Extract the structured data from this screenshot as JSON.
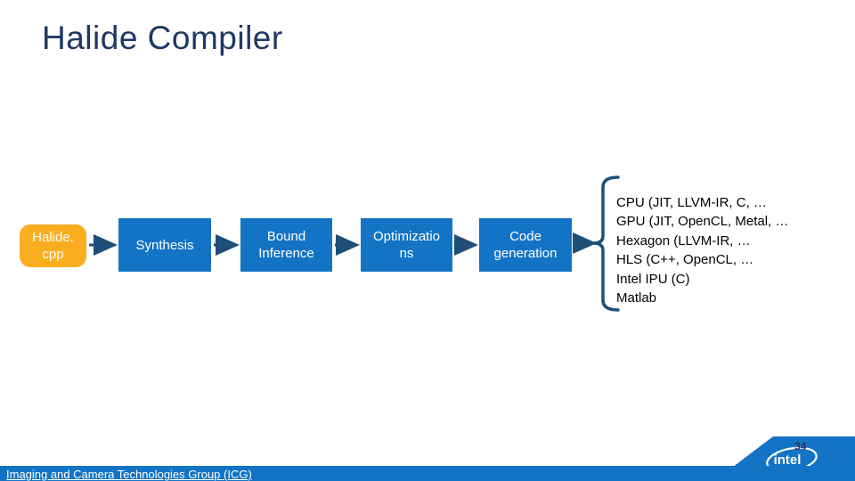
{
  "slide": {
    "title": "Halide Compiler",
    "page_number": "34"
  },
  "pipeline": {
    "nodes": [
      {
        "name": "halide-cpp",
        "lines": [
          "Halide.",
          "cpp"
        ]
      },
      {
        "name": "synthesis",
        "lines": [
          "Synthesis",
          ""
        ]
      },
      {
        "name": "bound-inference",
        "lines": [
          "Bound",
          "Inference"
        ]
      },
      {
        "name": "optimizations",
        "lines": [
          "Optimizatio",
          "ns"
        ]
      },
      {
        "name": "code-generation",
        "lines": [
          "Code",
          "generation"
        ]
      }
    ]
  },
  "targets": {
    "items": [
      "CPU (JIT, LLVM-IR, C, …",
      "GPU (JIT, OpenCL, Metal, …",
      "Hexagon (LLVM-IR, …",
      "HLS (C++, OpenCL, …",
      "Intel IPU (C)",
      "Matlab"
    ]
  },
  "footer": {
    "group_label": "Imaging and Camera Technologies Group (ICG)"
  },
  "logo": {
    "brand": "intel"
  },
  "colors": {
    "title_navy": "#1F3864",
    "box_blue": "#1374C5",
    "box_orange": "#F9AE1F",
    "connector_navy": "#1F4E79",
    "footer_blue": "#1374C5",
    "box_text_white": "#FFFFFF",
    "target_list_text": "#000000"
  }
}
